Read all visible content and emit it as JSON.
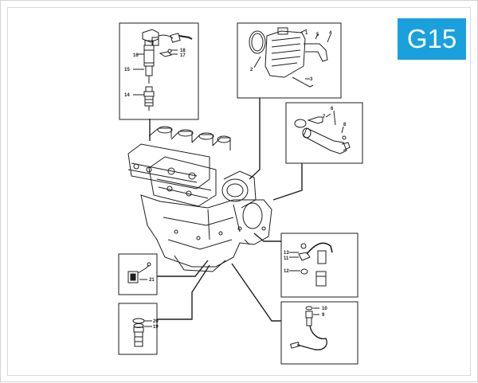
{
  "page_code": "G15",
  "colors": {
    "badge": "#1aa0dc",
    "line": "#1e1e1e"
  },
  "callouts": {
    "n1": "1",
    "n2": "2",
    "n3": "3",
    "n4": "4",
    "n5": "5",
    "n6": "6",
    "n7": "7",
    "n8": "8",
    "n9": "9",
    "n10": "10",
    "n11": "11",
    "n12": "12",
    "n13": "13",
    "n14": "14",
    "n15": "15",
    "n16": "16",
    "n17": "17",
    "n18": "18",
    "n19": "19",
    "n20": "20",
    "n21": "21"
  }
}
